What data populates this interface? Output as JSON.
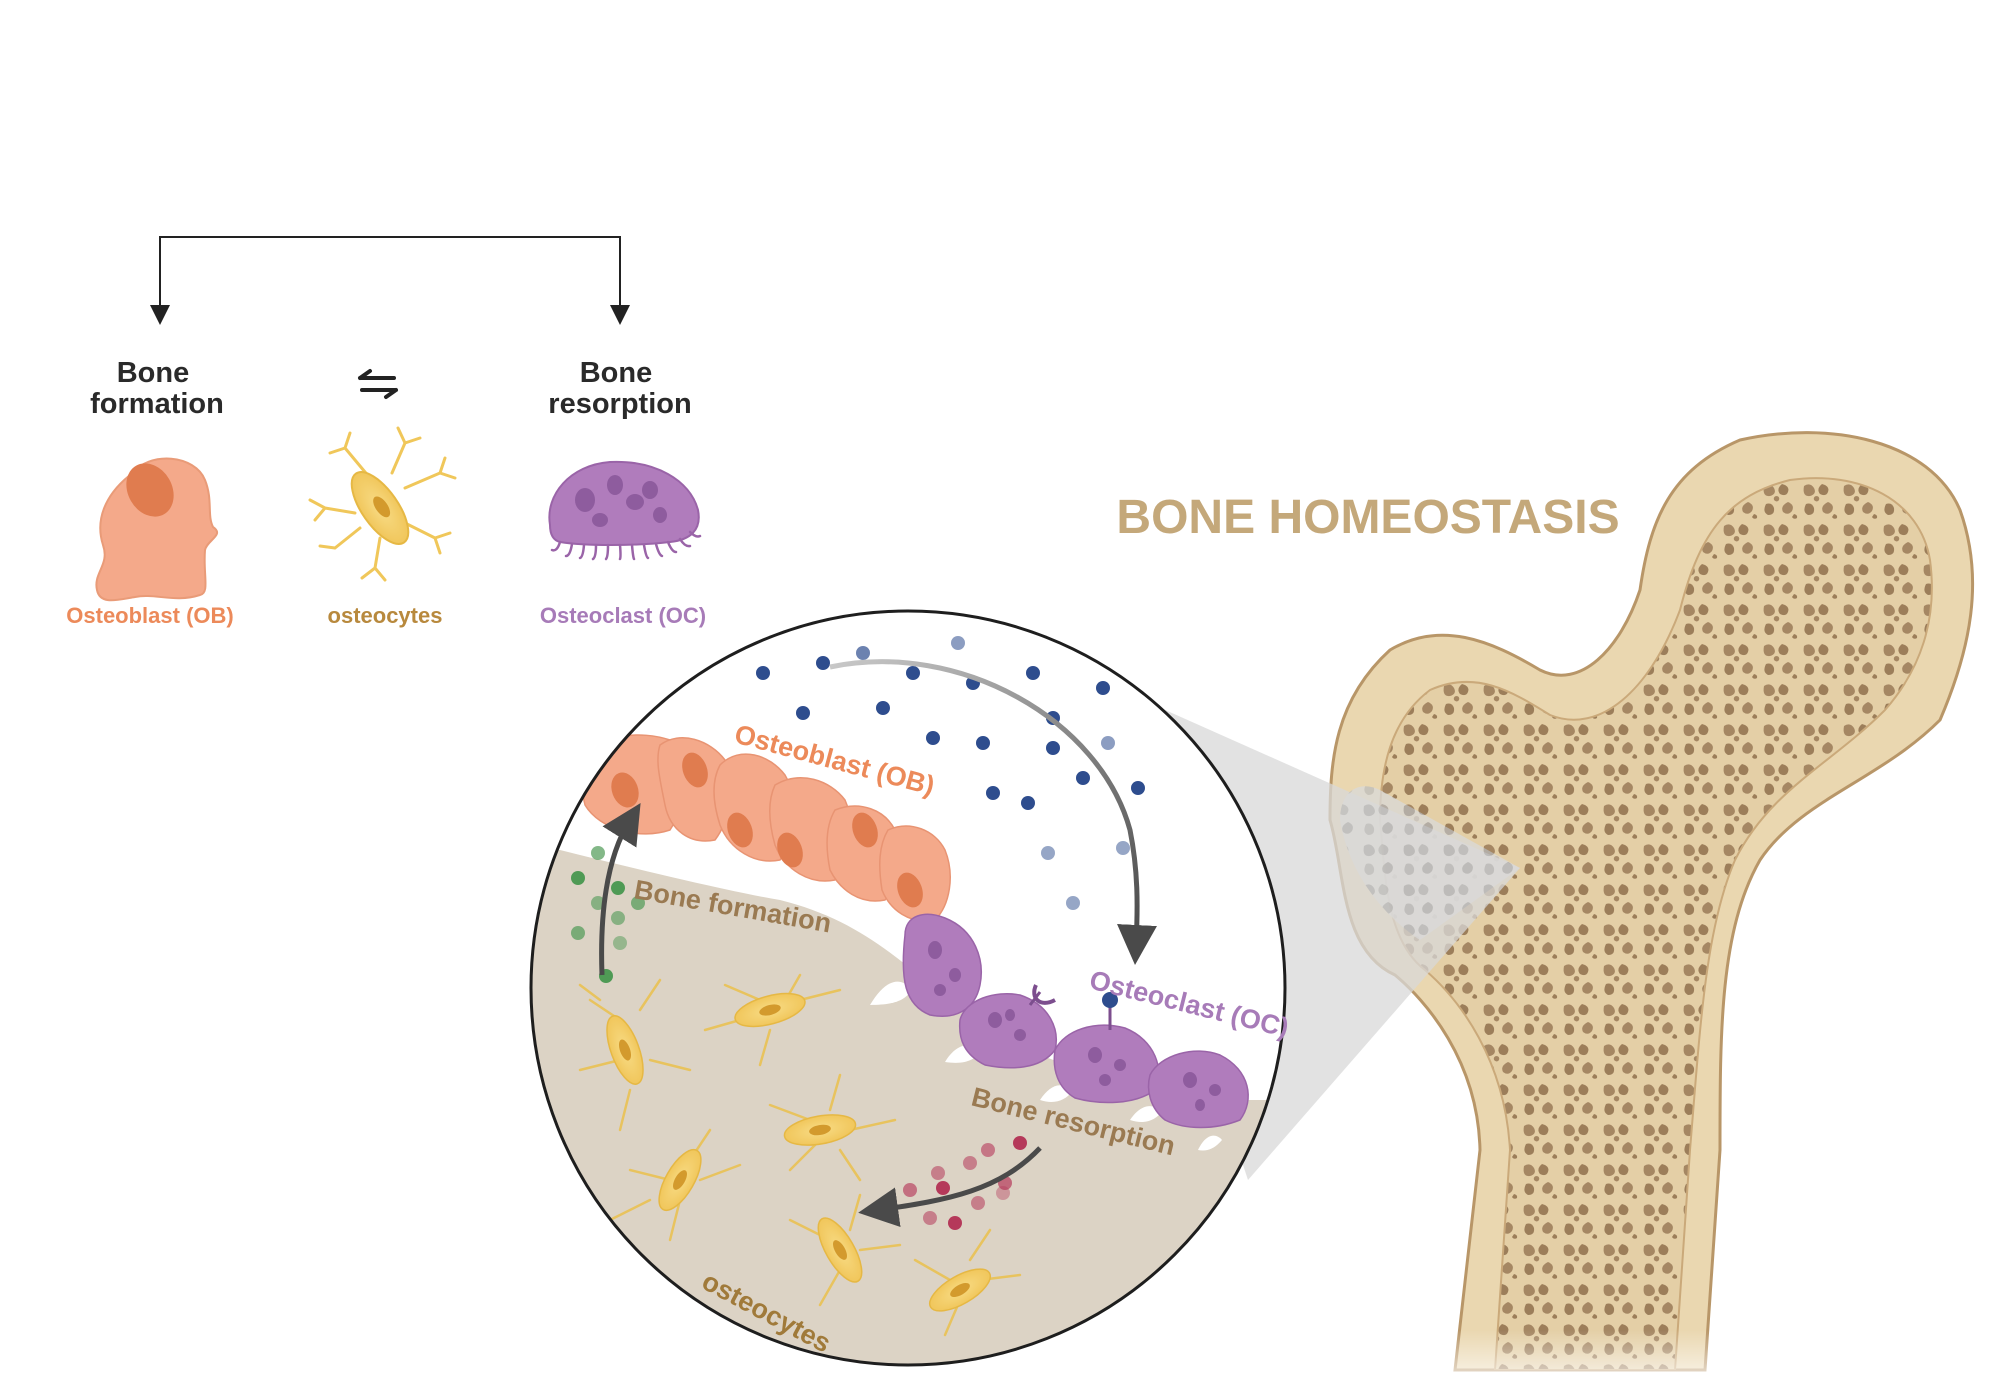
{
  "title": "BONE HOMEOSTASIS",
  "process_labels": {
    "formation": [
      "Bone",
      "formation"
    ],
    "resorption": [
      "Bone",
      "resorption"
    ]
  },
  "legend": {
    "osteoblast": "Osteoblast (OB)",
    "osteocytes": "osteocytes",
    "osteoclast": "Osteoclast (OC)"
  },
  "zoom_labels": {
    "osteoblast": "Osteoblast (OB)",
    "bone_formation": "Bone formation",
    "osteoclast": "Osteoclast (OC)",
    "bone_resorption": "Bone resorption",
    "osteocytes": "osteocytes"
  },
  "icons": {
    "exchange": "bidirectional-arrows-icon",
    "osteoblast": "osteoblast-cell-icon",
    "osteocyte": "osteocyte-cell-icon",
    "osteoclast": "osteoclast-cell-icon"
  },
  "colors": {
    "osteoblast": "#f0a183",
    "osteoblast_dark": "#e07c4f",
    "osteoblast_label": "#ec8a5a",
    "osteocyte": "#f5cf6a",
    "osteocyte_label": "#b8893d",
    "osteoclast": "#b07cbc",
    "osteoclast_label": "#a77bb8",
    "bone_label": "#9a7a52",
    "title": "#c4a87a",
    "bone_outer": "#e8d4ad",
    "bone_inner": "#a58763",
    "matrix": "#dcd3c5",
    "dot_blue": "#2e4d8e",
    "dot_green": "#4f9a55",
    "dot_red": "#b5395a"
  }
}
